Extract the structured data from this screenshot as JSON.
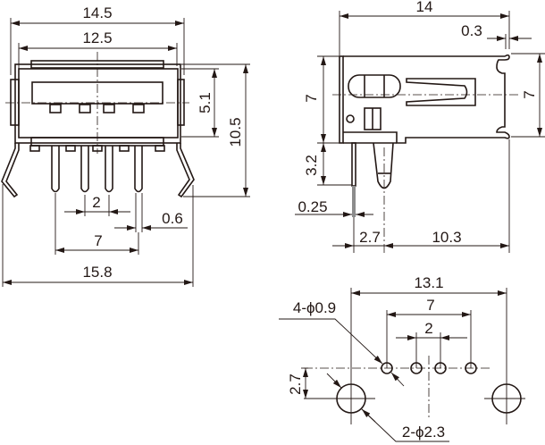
{
  "title": "USB A female right-angle connector drawing",
  "front_view": {
    "overall_width": "14.5",
    "inner_width": "12.5",
    "opening_height": "5.1",
    "overall_height": "10.5",
    "pin_pitch": "2",
    "pin_width": "0.6",
    "outer_pin_span": "7",
    "leg_span": "15.8"
  },
  "side_view": {
    "length": "14",
    "shell_thickness": "0.3",
    "body_height_left": "7",
    "body_height_right": "7",
    "pin_length": "3.2",
    "pin_thickness": "0.25",
    "pin_to_post": "2.7",
    "post_to_front": "10.3"
  },
  "footprint": {
    "mount_hole_span": "13.1",
    "outer_pin_span": "7",
    "pin_pitch": "2",
    "row_offset": "2.7",
    "pin_hole_label": "4-ϕ0.9",
    "mount_hole_label": "2-ϕ2.3"
  },
  "colors": {
    "line": "#231815",
    "pin_tip": "#8c8c8c"
  }
}
